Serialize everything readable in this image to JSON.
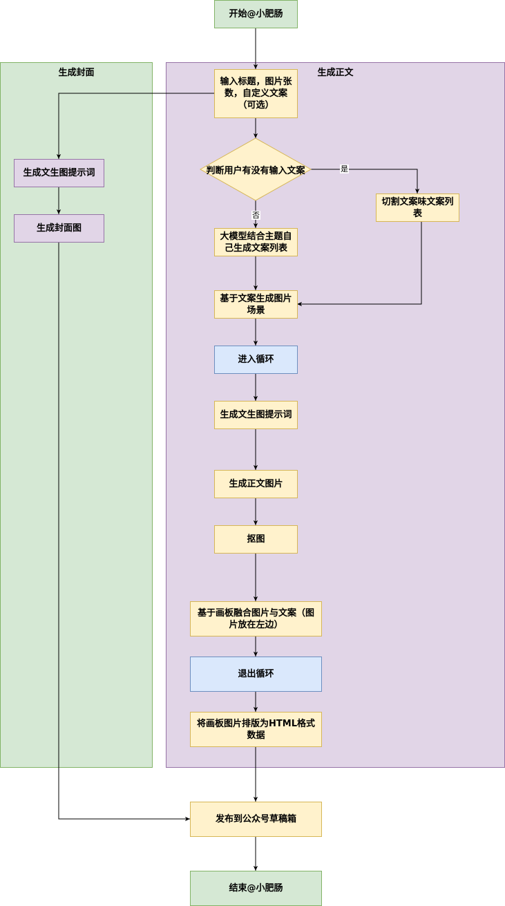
{
  "lanes": {
    "cover": {
      "title": "生成封面"
    },
    "body": {
      "title": "生成正文"
    }
  },
  "nodes": {
    "start": "开始@小肥肠",
    "input": "输入标题，图片张数，自定义文案（可选）",
    "decision": "判断用户有没有输入文案",
    "split": "切割文案味文案列表",
    "llm_list": "大模型结合主题自己生成文案列表",
    "scene": "基于文案生成图片场景",
    "loop_enter": "进入循环",
    "body_prompt": "生成文生图提示词",
    "body_image": "生成正文图片",
    "cutout": "抠图",
    "compose": "基于画板融合图片与文案（图片放在左边）",
    "loop_exit": "退出循环",
    "html": "将画板图片排版为HTML格式数据",
    "publish": "发布到公众号草稿箱",
    "end": "结束@小肥肠",
    "cover_prompt": "生成文生图提示词",
    "cover_image": "生成封面图"
  },
  "edge_labels": {
    "yes": "是",
    "no": "否"
  },
  "colors": {
    "green_fill": "#d5e8d4",
    "green_stroke": "#82b366",
    "yellow_fill": "#fff2cc",
    "yellow_stroke": "#d6b656",
    "purple_fill": "#e1d5e7",
    "purple_stroke": "#9673a6",
    "blue_fill": "#dae8fc",
    "blue_stroke": "#6c8ebf"
  }
}
